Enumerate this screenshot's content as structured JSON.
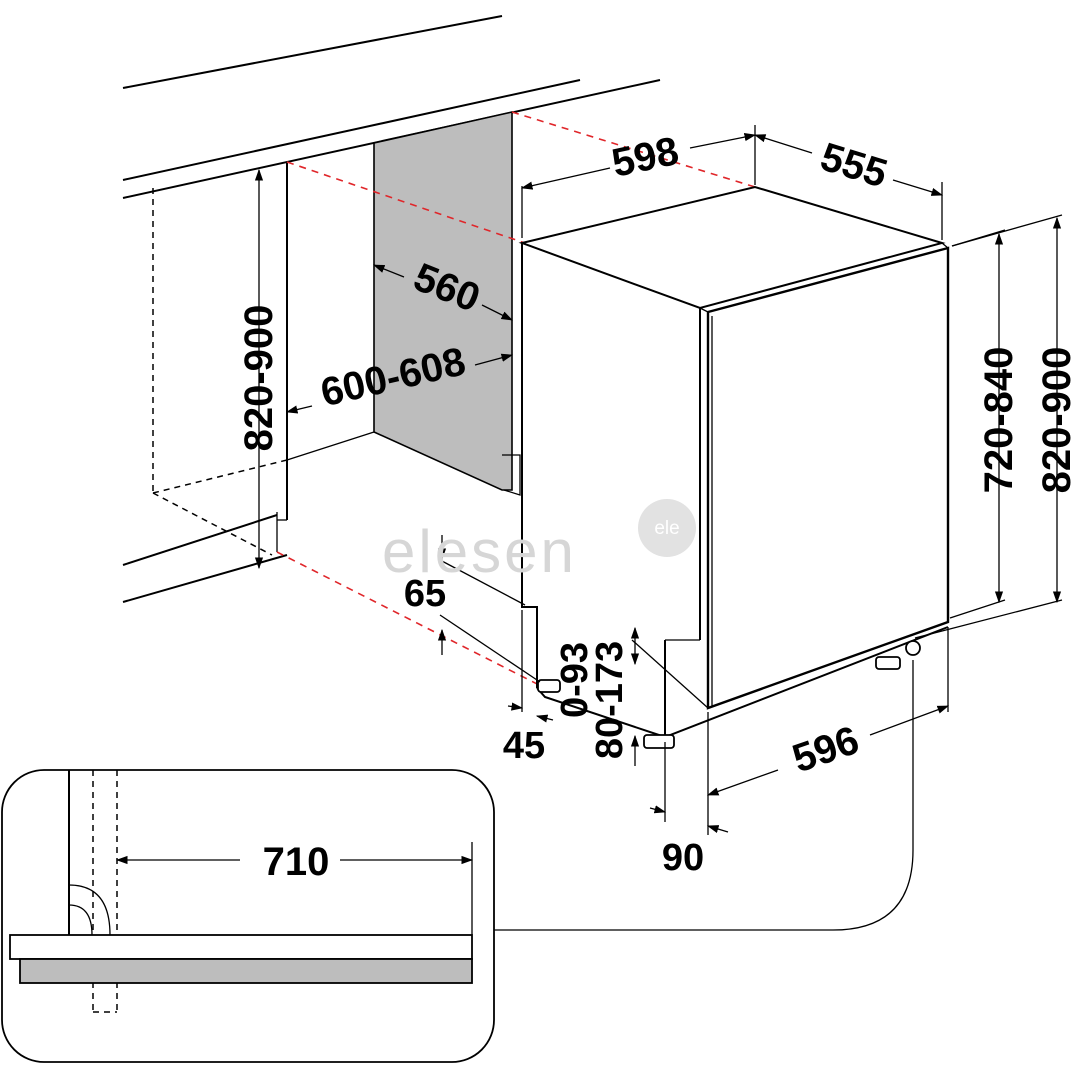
{
  "dimensions": {
    "cabinet_height": "820-900",
    "niche_width": "600-608",
    "inner_depth": "560",
    "width_top": "598",
    "depth_top": "555",
    "appliance_height": "720-840",
    "total_height": "820-900",
    "front_width": "596",
    "toe_gap": "65",
    "side_gap": "45",
    "adjust_a": "0-93",
    "adjust_b": "80-173",
    "foot_offset": "90",
    "door_swing": "710"
  },
  "watermark": {
    "brand": "elesen",
    "badge": "ele"
  },
  "colors": {
    "line": "#000000",
    "guide": "#e0262a",
    "panel_fill": "#bdbdbd",
    "watermark": "#d6d6d6",
    "badge": "#e2e2e2"
  }
}
